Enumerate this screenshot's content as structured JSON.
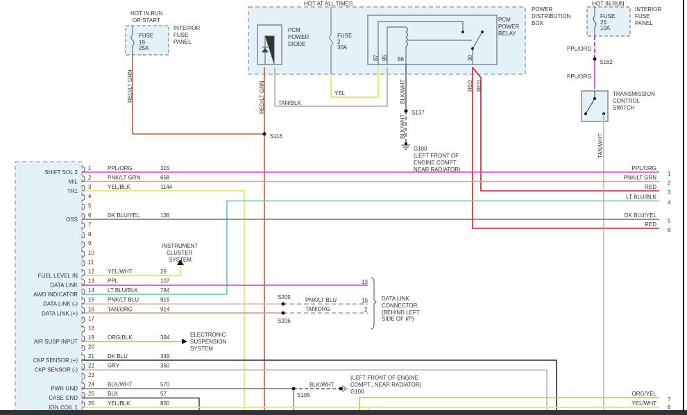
{
  "fuse_panel_left": {
    "hot_label_1": "HOT IN RUN",
    "hot_label_2": "OR START",
    "fuse": "FUSE",
    "fuse_no": "19",
    "fuse_amp": "25A",
    "panel_1": "INTERIOR",
    "panel_2": "FUSE",
    "panel_3": "PANEL",
    "wire": "RED/LT GRN"
  },
  "power_box": {
    "hot_label": "HOT AT ALL TIMES",
    "name_1": "POWER",
    "name_2": "DISTRIBUTION",
    "name_3": "BOX",
    "diode_1": "PCM",
    "diode_2": "POWER",
    "diode_3": "DIODE",
    "fuse": "FUSE",
    "fuse_no": "2",
    "fuse_amp": "30A",
    "relay_1": "PCM",
    "relay_2": "POWER",
    "relay_3": "RELAY",
    "pins": {
      "p87": "87",
      "p85": "85",
      "p86": "86",
      "p30": "30"
    }
  },
  "wires_top": {
    "red_lt_grn": "RED/LT GRN",
    "tan_blk": "TAN/BLK",
    "yel": "YEL",
    "blk_wht_1": "BLK/WHT",
    "blk_wht_2": "BLK/WHT",
    "red_1": "RED",
    "red_2": "RED",
    "s116": "S116",
    "s137": "S137",
    "g100": "G100",
    "g100_loc_1": "(LEFT FRONT OF",
    "g100_loc_2": "ENGINE COMPT.",
    "g100_loc_3": "NEAR RADIATOR)"
  },
  "fuse_panel_right": {
    "hot_label": "HOT IN RUN",
    "fuse": "FUSE",
    "fuse_no": "26",
    "fuse_amp": "10A",
    "panel_1": "INTERIOR",
    "panel_2": "FUSE",
    "panel_3": "PANEL",
    "wire_1": "PPL/ORG",
    "wire_2": "PPL/ORG",
    "s162": "S162",
    "switch_1": "TRANSMISSION",
    "switch_2": "CONTROL",
    "switch_3": "SWITCH",
    "wire_3": "TAN/WHT"
  },
  "pcm_pins": [
    {
      "pin": "1",
      "func": "SHIFT SOL 2",
      "wire": "PPL/ORG",
      "circuit": "315",
      "color": "#e040c8"
    },
    {
      "pin": "2",
      "func": "MIL",
      "wire": "PNK/LT GRN",
      "circuit": "658",
      "color": "#d4a898"
    },
    {
      "pin": "3",
      "func": "TR1",
      "wire": "YEL/BLK",
      "circuit": "1144",
      "color": "#eee070"
    },
    {
      "pin": "4",
      "func": "",
      "wire": "",
      "circuit": "",
      "color": ""
    },
    {
      "pin": "5",
      "func": "",
      "wire": "",
      "circuit": "",
      "color": ""
    },
    {
      "pin": "6",
      "func": "OSS",
      "wire": "DK BLU/YEL",
      "circuit": "136",
      "color": "#707070"
    },
    {
      "pin": "7",
      "func": "",
      "wire": "",
      "circuit": "",
      "color": ""
    },
    {
      "pin": "8",
      "func": "",
      "wire": "",
      "circuit": "",
      "color": ""
    },
    {
      "pin": "9",
      "func": "",
      "wire": "",
      "circuit": "",
      "color": ""
    },
    {
      "pin": "10",
      "func": "",
      "wire": "",
      "circuit": "",
      "color": ""
    },
    {
      "pin": "11",
      "func": "",
      "wire": "",
      "circuit": "",
      "color": ""
    },
    {
      "pin": "12",
      "func": "FUEL LEVEL IN",
      "wire": "YEL/WHT",
      "circuit": "29",
      "color": "#eee060"
    },
    {
      "pin": "13",
      "func": "DATA LINK",
      "wire": "PPL",
      "circuit": "107",
      "color": "#d830d0"
    },
    {
      "pin": "14",
      "func": "AWD INDICATOR",
      "wire": "LT BLU/BLK",
      "circuit": "784",
      "color": "#50c8d0"
    },
    {
      "pin": "15",
      "func": "DATA LINK (-)",
      "wire": "PNK/LT BLU",
      "circuit": "915",
      "color": "#e0b0c8"
    },
    {
      "pin": "16",
      "func": "DATA LINK (+)",
      "wire": "TAN/ORG",
      "circuit": "914",
      "color": "#c8a070"
    },
    {
      "pin": "17",
      "func": "",
      "wire": "",
      "circuit": "",
      "color": ""
    },
    {
      "pin": "18",
      "func": "",
      "wire": "",
      "circuit": "",
      "color": ""
    },
    {
      "pin": "19",
      "func": "AIR SUSP INPUT",
      "wire": "ORG/BLK",
      "circuit": "394",
      "color": "#e0a060"
    },
    {
      "pin": "20",
      "func": "",
      "wire": "",
      "circuit": "",
      "color": ""
    },
    {
      "pin": "21",
      "func": "CKP SENSOR (+)",
      "wire": "DK BLU",
      "circuit": "349",
      "color": "#1c2c50"
    },
    {
      "pin": "22",
      "func": "CKP SENSOR (-)",
      "wire": "GRY",
      "circuit": "350",
      "color": "#b8b8b8"
    },
    {
      "pin": "23",
      "func": "",
      "wire": "",
      "circuit": "",
      "color": ""
    },
    {
      "pin": "24",
      "func": "PWR GND",
      "wire": "BLK/WHT",
      "circuit": "570",
      "color": "#777777"
    },
    {
      "pin": "25",
      "func": "CASE GND",
      "wire": "BLK",
      "circuit": "57",
      "color": "#333333"
    },
    {
      "pin": "26",
      "func": "IGN COIL 1",
      "wire": "YEL/BLK",
      "circuit": "850",
      "color": "#eee070"
    }
  ],
  "right_connector": [
    {
      "num": "1",
      "wire": "PPL/ORG"
    },
    {
      "num": "2",
      "wire": "PNK/LT GRN"
    },
    {
      "num": "3",
      "wire": "RED"
    },
    {
      "num": "4",
      "wire": "LT BLU/BLK"
    },
    {
      "num": "5",
      "wire": "DK BLU/YEL"
    },
    {
      "num": "6",
      "wire": "RED"
    },
    {
      "num": "7",
      "wire": "ORG/YEL"
    },
    {
      "num": "8",
      "wire": "YEL/WHT"
    }
  ],
  "cluster": {
    "l1": "INSTRUMENT",
    "l2": "CLUSTER",
    "l3": "SYSTEM"
  },
  "susp": {
    "l1": "ELECTRONIC",
    "l2": "SUSPENSION",
    "l3": "SYSTEM"
  },
  "dlc": {
    "pin13": "13",
    "pin10": "10",
    "pin2": "2",
    "s205": "S205",
    "s206": "S206",
    "wire_1": "PNK/LT BLU",
    "wire_2": "TAN/ORG",
    "l1": "DATA LINK",
    "l2": "CONNECTOR",
    "l3": "(BEHIND LEFT",
    "l4": "SIDE OF I/P)"
  },
  "ground_bottom": {
    "s105": "S105",
    "wire": "BLK/WHT",
    "g100": "G100",
    "l1": "(LEFT FRONT OF ENGINE",
    "l2": "COMPT., NEAR RADIATOR)"
  },
  "colors": {
    "red": "#d02020",
    "brown_red": "#b86040",
    "box_fill": "#e3f1f9",
    "magenta": "#e040c8",
    "cyan": "#50c8d0",
    "yellow": "#f0e860",
    "tan": "#bcae90"
  }
}
